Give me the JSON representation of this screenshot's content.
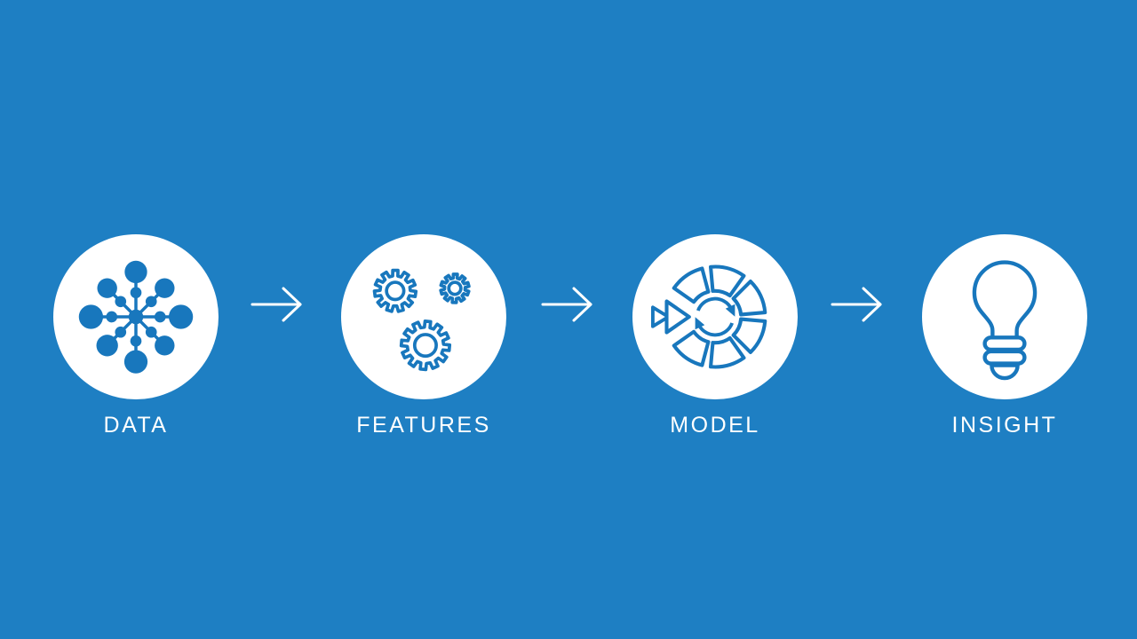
{
  "colors": {
    "background": "#1E7FC3",
    "icon_blue": "#1877BD",
    "white": "#FFFFFF"
  },
  "stages": [
    {
      "label": "DATA",
      "icon": "data-network-icon"
    },
    {
      "label": "FEATURES",
      "icon": "gears-icon"
    },
    {
      "label": "MODEL",
      "icon": "model-cycle-icon"
    },
    {
      "label": "INSIGHT",
      "icon": "lightbulb-icon"
    }
  ]
}
